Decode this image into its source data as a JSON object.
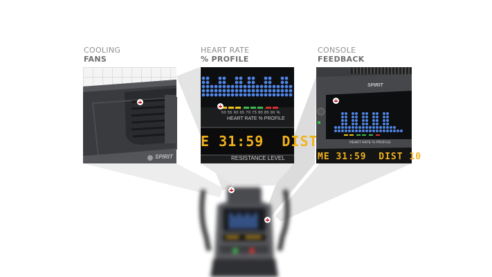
{
  "callouts": [
    {
      "line1": "COOLING",
      "line2": "FANS"
    },
    {
      "line1": "HEART RATE",
      "line2": "% PROFILE"
    },
    {
      "line1": "CONSOLE",
      "line2": "FEEDBACK"
    }
  ],
  "heart_rate_scale": [
    "50",
    "55",
    "60",
    "65",
    "70",
    "75",
    "80",
    "85",
    "90",
    "%"
  ],
  "heart_rate_scale_small": "50 55 60 65 70 75 80 85 90 %",
  "heart_rate_caption": "HEART RATE % PROFILE",
  "lcd_readout": "E 31:59  DIST",
  "resistance_caption": "RESISTANCE LEVEL",
  "console_lcd_readout": "ME 31:59  DIST 10",
  "brand": "SPIRIT",
  "brand_small": "SPIRIT",
  "colors": {
    "lcd": "#f2b21c",
    "dots": "#4f86e6",
    "marker": "#d0232a"
  }
}
